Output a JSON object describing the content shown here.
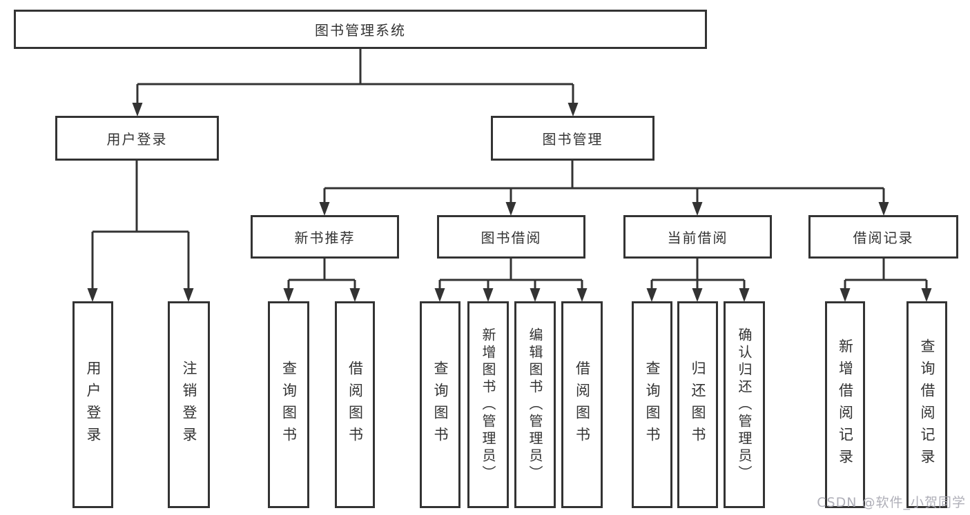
{
  "tree": {
    "label": "图书管理系统",
    "children": [
      {
        "label": "用户登录",
        "children": [
          {
            "label": "用户登录"
          },
          {
            "label": "注销登录"
          }
        ]
      },
      {
        "label": "图书管理",
        "children": [
          {
            "label": "新书推荐",
            "children": [
              {
                "label": "查询图书"
              },
              {
                "label": "借阅图书"
              }
            ]
          },
          {
            "label": "图书借阅",
            "children": [
              {
                "label": "查询图书"
              },
              {
                "label": "新增图书（管理员）"
              },
              {
                "label": "编辑图书（管理员）"
              },
              {
                "label": "借阅图书"
              }
            ]
          },
          {
            "label": "当前借阅",
            "children": [
              {
                "label": "查询图书"
              },
              {
                "label": "归还图书"
              },
              {
                "label": "确认归还（管理员）"
              }
            ]
          },
          {
            "label": "借阅记录",
            "children": [
              {
                "label": "新增借阅记录"
              },
              {
                "label": "查询借阅记录"
              }
            ]
          }
        ]
      }
    ]
  },
  "watermark": {
    "text": "CSDN @软件_小贺同学"
  },
  "colors": {
    "line": "#333333",
    "text": "#333333",
    "background": "#ffffff",
    "watermark": "#a8a8b2"
  }
}
